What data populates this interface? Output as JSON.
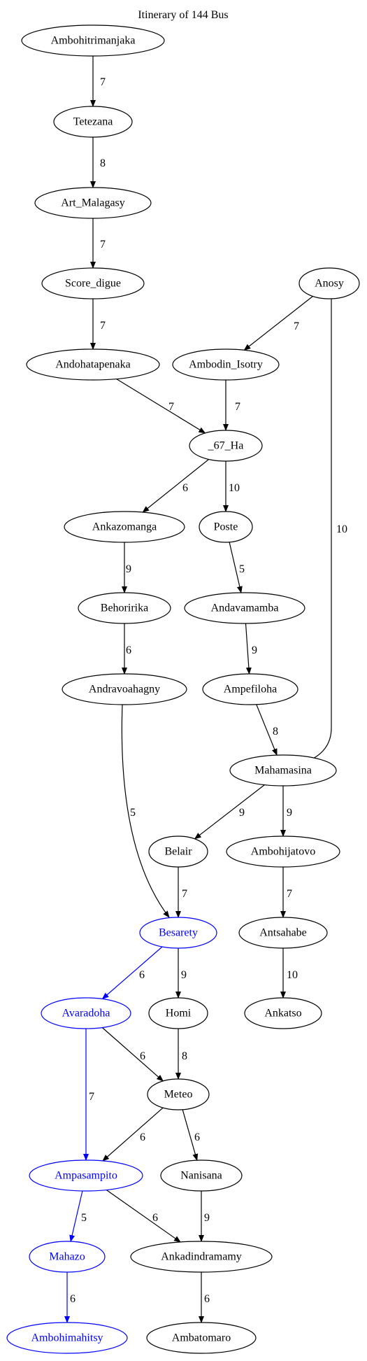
{
  "title": "Itinerary of 144 Bus",
  "colors": {
    "default": "#000000",
    "highlight": "#0000ff"
  },
  "nodes": [
    {
      "id": "Ambohitrimanjaka",
      "label": "Ambohitrimanjaka"
    },
    {
      "id": "Tetezana",
      "label": "Tetezana"
    },
    {
      "id": "Art_Malagasy",
      "label": "Art_Malagasy"
    },
    {
      "id": "Score_digue",
      "label": "Score_digue"
    },
    {
      "id": "Anosy",
      "label": "Anosy"
    },
    {
      "id": "Andohatapenaka",
      "label": "Andohatapenaka"
    },
    {
      "id": "Ambodin_Isotry",
      "label": "Ambodin_Isotry"
    },
    {
      "id": "_67_Ha",
      "label": "_67_Ha"
    },
    {
      "id": "Ankazomanga",
      "label": "Ankazomanga"
    },
    {
      "id": "Poste",
      "label": "Poste"
    },
    {
      "id": "Behoririka",
      "label": "Behoririka"
    },
    {
      "id": "Andavamamba",
      "label": "Andavamamba"
    },
    {
      "id": "Andravoahagny",
      "label": "Andravoahagny"
    },
    {
      "id": "Ampefiloha",
      "label": "Ampefiloha"
    },
    {
      "id": "Mahamasina",
      "label": "Mahamasina"
    },
    {
      "id": "Belair",
      "label": "Belair"
    },
    {
      "id": "Ambohijatovo",
      "label": "Ambohijatovo"
    },
    {
      "id": "Besarety",
      "label": "Besarety",
      "highlight": true
    },
    {
      "id": "Antsahabe",
      "label": "Antsahabe"
    },
    {
      "id": "Avaradoha",
      "label": "Avaradoha",
      "highlight": true
    },
    {
      "id": "Homi",
      "label": "Homi"
    },
    {
      "id": "Ankatso",
      "label": "Ankatso"
    },
    {
      "id": "Meteo",
      "label": "Meteo"
    },
    {
      "id": "Ampasampito",
      "label": "Ampasampito",
      "highlight": true
    },
    {
      "id": "Nanisana",
      "label": "Nanisana"
    },
    {
      "id": "Mahazo",
      "label": "Mahazo",
      "highlight": true
    },
    {
      "id": "Ankadindramamy",
      "label": "Ankadindramamy"
    },
    {
      "id": "Ambohimahitsy",
      "label": "Ambohimahitsy",
      "highlight": true
    },
    {
      "id": "Ambatomaro",
      "label": "Ambatomaro"
    }
  ],
  "edges": [
    {
      "from": "Ambohitrimanjaka",
      "to": "Tetezana",
      "label": "7"
    },
    {
      "from": "Tetezana",
      "to": "Art_Malagasy",
      "label": "8"
    },
    {
      "from": "Art_Malagasy",
      "to": "Score_digue",
      "label": "7"
    },
    {
      "from": "Score_digue",
      "to": "Andohatapenaka",
      "label": "7"
    },
    {
      "from": "Anosy",
      "to": "Ambodin_Isotry",
      "label": "7"
    },
    {
      "from": "Anosy",
      "to": "Mahamasina",
      "label": "10"
    },
    {
      "from": "Andohatapenaka",
      "to": "_67_Ha",
      "label": "7"
    },
    {
      "from": "Ambodin_Isotry",
      "to": "_67_Ha",
      "label": "7"
    },
    {
      "from": "_67_Ha",
      "to": "Ankazomanga",
      "label": "6"
    },
    {
      "from": "_67_Ha",
      "to": "Poste",
      "label": "10"
    },
    {
      "from": "Ankazomanga",
      "to": "Behoririka",
      "label": "9"
    },
    {
      "from": "Poste",
      "to": "Andavamamba",
      "label": "5"
    },
    {
      "from": "Behoririka",
      "to": "Andravoahagny",
      "label": "6"
    },
    {
      "from": "Andavamamba",
      "to": "Ampefiloha",
      "label": "9"
    },
    {
      "from": "Ampefiloha",
      "to": "Mahamasina",
      "label": "8"
    },
    {
      "from": "Andravoahagny",
      "to": "Besarety",
      "label": "5"
    },
    {
      "from": "Mahamasina",
      "to": "Belair",
      "label": "9"
    },
    {
      "from": "Mahamasina",
      "to": "Ambohijatovo",
      "label": "9"
    },
    {
      "from": "Belair",
      "to": "Besarety",
      "label": "7"
    },
    {
      "from": "Ambohijatovo",
      "to": "Antsahabe",
      "label": "7"
    },
    {
      "from": "Besarety",
      "to": "Avaradoha",
      "label": "6",
      "highlight": true
    },
    {
      "from": "Besarety",
      "to": "Homi",
      "label": "9"
    },
    {
      "from": "Antsahabe",
      "to": "Ankatso",
      "label": "10"
    },
    {
      "from": "Avaradoha",
      "to": "Meteo",
      "label": "6"
    },
    {
      "from": "Avaradoha",
      "to": "Ampasampito",
      "label": "7",
      "highlight": true
    },
    {
      "from": "Homi",
      "to": "Meteo",
      "label": "8"
    },
    {
      "from": "Meteo",
      "to": "Ampasampito",
      "label": "6"
    },
    {
      "from": "Meteo",
      "to": "Nanisana",
      "label": "6"
    },
    {
      "from": "Ampasampito",
      "to": "Mahazo",
      "label": "5",
      "highlight": true
    },
    {
      "from": "Ampasampito",
      "to": "Ankadindramamy",
      "label": "6"
    },
    {
      "from": "Nanisana",
      "to": "Ankadindramamy",
      "label": "9"
    },
    {
      "from": "Mahazo",
      "to": "Ambohimahitsy",
      "label": "6",
      "highlight": true
    },
    {
      "from": "Ankadindramamy",
      "to": "Ambatomaro",
      "label": "6"
    }
  ]
}
